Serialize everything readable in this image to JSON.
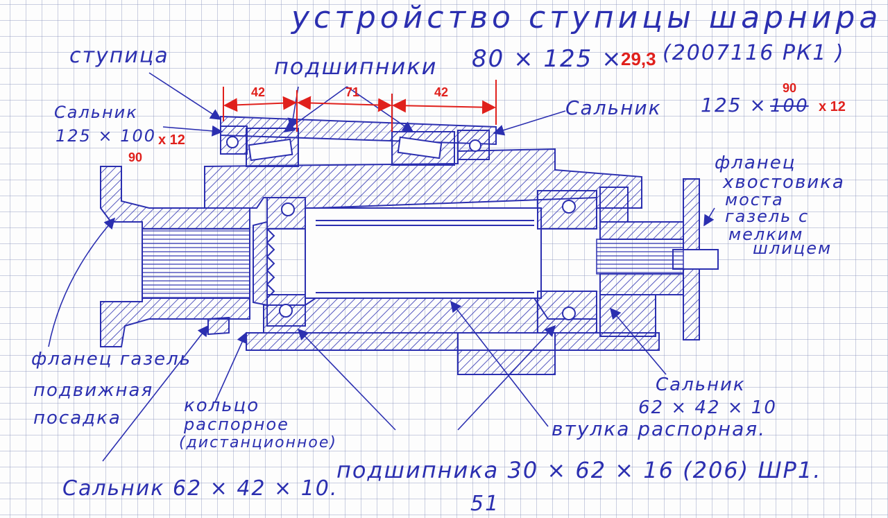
{
  "title": "устройство ступицы шарнира",
  "labels": {
    "hub": "ступица",
    "bearings_top": "подшипники",
    "bearings_top_size": "80 × 125 ×",
    "bearings_top_code": "(2007116 РК1 )",
    "seal_left_1": "Сальник",
    "seal_left_2": "125 × 100",
    "seal_right_word": "Сальник",
    "seal_right_size": "125 ×",
    "seal_right_old": "100",
    "flange_tail_1": "фланец",
    "flange_tail_2": "хвостовика",
    "flange_tail_3": "моста",
    "flange_tail_4": "газель с",
    "flange_tail_5": "мелким",
    "flange_tail_6": "шлицем",
    "flange_gazel_1": "фланец газель",
    "flange_gazel_2": "подвижная",
    "flange_gazel_3": "посадка",
    "ring_1": "кольцо",
    "ring_2": "распорное",
    "ring_3": "(дистанционное)",
    "bushing": "втулка распорная.",
    "seal_mid_1": "Сальник",
    "seal_mid_2": "62 × 42 × 10",
    "bearings_bottom": "подшипника   30 × 62 × 16 (206) ШР1.",
    "seal_bottom": "Сальник   62 × 42 × 10.",
    "page_number": "51"
  },
  "annotations": {
    "dim_left": "42",
    "dim_mid": "71",
    "dim_right": "42",
    "width_fix": "29,3",
    "seal_right_inner": "90",
    "seal_right_thick": "x 12",
    "seal_left_thick": "x 12",
    "seal_left_inner": "90"
  },
  "colors": {
    "ink": "#2b2fb0",
    "annotation": "#e0201c",
    "grid": "#8c96be"
  }
}
